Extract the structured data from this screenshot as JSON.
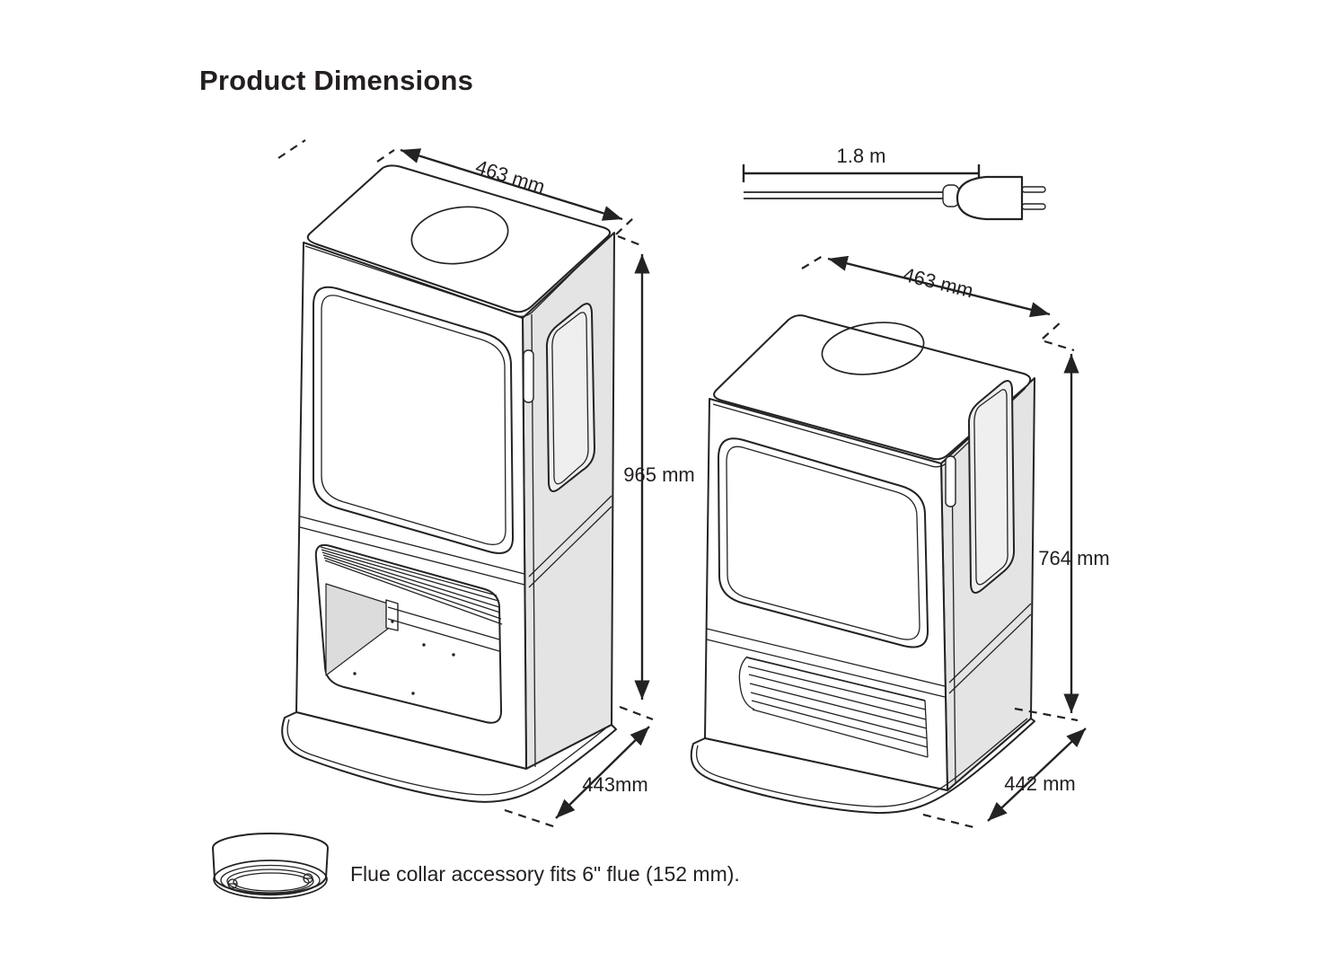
{
  "title": "Product Dimensions",
  "units": {
    "left": {
      "width": "463 mm",
      "height": "965 mm",
      "depth": "443mm"
    },
    "right": {
      "width": "463 mm",
      "height": "764 mm",
      "depth": "442 mm"
    }
  },
  "power_cord": {
    "length": "1.8 m"
  },
  "flue_note": "Flue collar accessory fits 6\" flue (152 mm).",
  "colors": {
    "line": "#232323",
    "text": "#231f20",
    "panel_gray": "#e4e4e4",
    "background": "#ffffff"
  }
}
